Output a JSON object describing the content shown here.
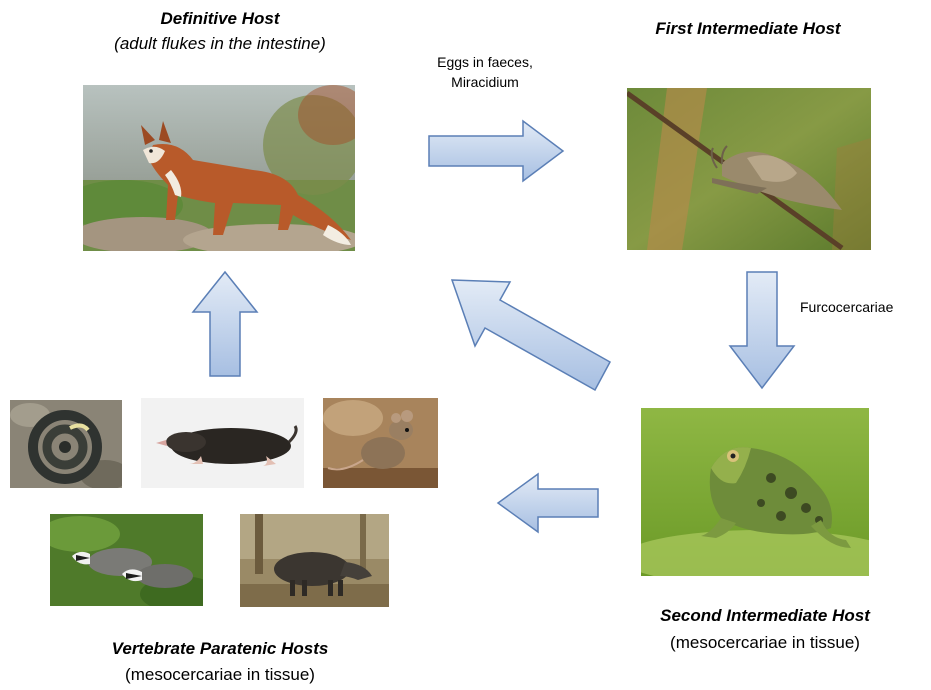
{
  "hosts": {
    "definitive": {
      "title": "Definitive Host",
      "subtitle": "(adult flukes in the intestine)",
      "image_icon": "fox-icon"
    },
    "first_intermediate": {
      "title": "First Intermediate Host",
      "image_icon": "snail-icon"
    },
    "second_intermediate": {
      "title": "Second Intermediate Host",
      "subtitle": "(mesocercariae in tissue)",
      "image_icon": "frog-icon"
    },
    "paratenic": {
      "title": "Vertebrate Paratenic Hosts",
      "subtitle": "(mesocercariae in tissue)",
      "image_icons": [
        "snake-icon",
        "mole-icon",
        "mouse-icon",
        "badger-icon",
        "boar-icon"
      ]
    }
  },
  "stages": {
    "eggs_line1": "Eggs in faeces,",
    "eggs_line2": "Miracidium",
    "furcocercariae": "Furcocercariae"
  },
  "colors": {
    "arrow_fill_top": "#dbe5f3",
    "arrow_fill_bottom": "#9db6dc",
    "arrow_stroke": "#5b7fb6"
  }
}
